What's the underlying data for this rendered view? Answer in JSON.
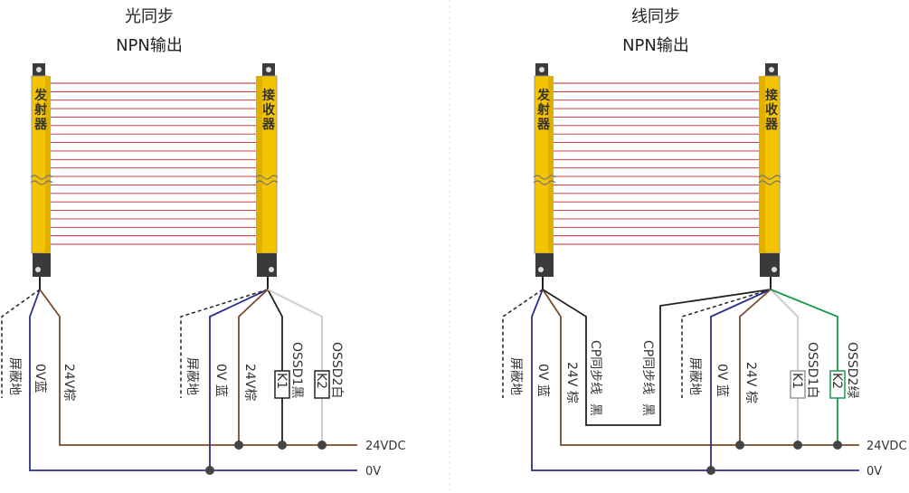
{
  "left": {
    "title": "光同步",
    "subtitle": "NPN输出",
    "emitter": "发射器",
    "receiver": "接收器",
    "emitter_wires": [
      "屏蔽地",
      "0V蓝",
      "24V棕"
    ],
    "receiver_wires": [
      "屏蔽地",
      "0V 蓝",
      "24V棕"
    ],
    "k1_wire": "OSSD1黑",
    "k2_wire": "OSSD2白",
    "k1": "K1",
    "k2": "K2",
    "rail_24v": "24VDC",
    "rail_0v": "0V"
  },
  "right": {
    "title": "线同步",
    "subtitle": "NPN输出",
    "emitter": "发射器",
    "receiver": "接收器",
    "emitter_wires": [
      "屏蔽地",
      "0V 蓝",
      "24V 棕"
    ],
    "cp_emitter": "CP同步线",
    "cp_emitter_color": "黑",
    "cp_receiver": "CP同步线",
    "cp_receiver_color": "黑",
    "receiver_wires": [
      "屏蔽地",
      "0V 蓝",
      "24V 棕"
    ],
    "k1_wire": "OSSD1白",
    "k2_wire": "OSSD2绿",
    "k1": "K1",
    "k2": "K2",
    "rail_24v": "24VDC",
    "rail_0v": "0V"
  },
  "colors": {
    "blue": "#2b2f8f",
    "brown": "#7a4a2a",
    "black": "#222222",
    "white_wire": "#c8c8c8",
    "green": "#1a9b4a",
    "beam": "#c0282d",
    "bar": "#f5c400",
    "cap": "#3a3a3a"
  }
}
